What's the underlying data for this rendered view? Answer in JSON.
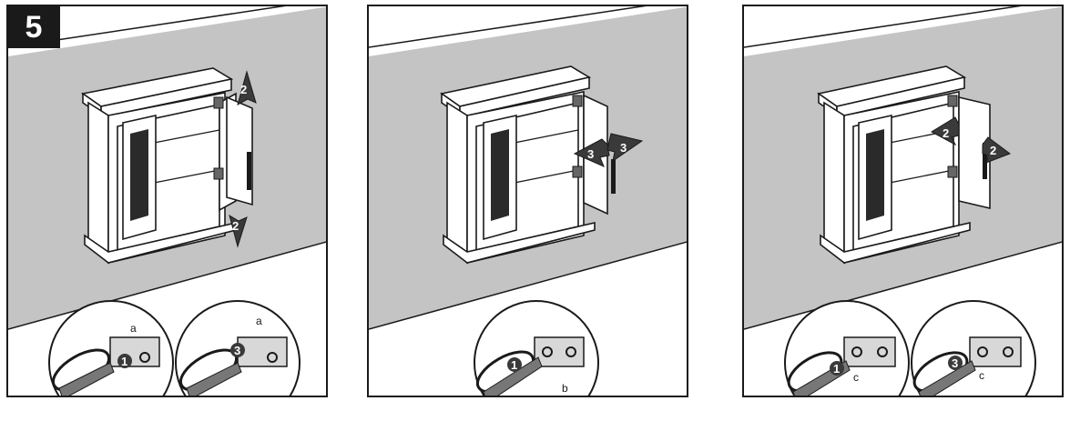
{
  "step": {
    "number": "5"
  },
  "panels": [
    {
      "arrows": [
        {
          "label": "2"
        },
        {
          "label": "2"
        }
      ],
      "details": [
        {
          "letter": "a",
          "arrow_label": "1"
        },
        {
          "letter": "a",
          "arrow_label": "3"
        }
      ]
    },
    {
      "arrows": [
        {
          "label": "3"
        },
        {
          "label": "3"
        }
      ],
      "details": [
        {
          "letter": "b",
          "arrow_label": "1"
        }
      ]
    },
    {
      "arrows": [
        {
          "label": "2"
        },
        {
          "label": "2"
        }
      ],
      "details": [
        {
          "letter": "c",
          "arrow_label": "1"
        },
        {
          "letter": "c",
          "arrow_label": "3"
        }
      ]
    }
  ],
  "colors": {
    "wall": "#c4c4c4",
    "ink": "#1a1a1a",
    "arrow": "#3a3a3a"
  }
}
